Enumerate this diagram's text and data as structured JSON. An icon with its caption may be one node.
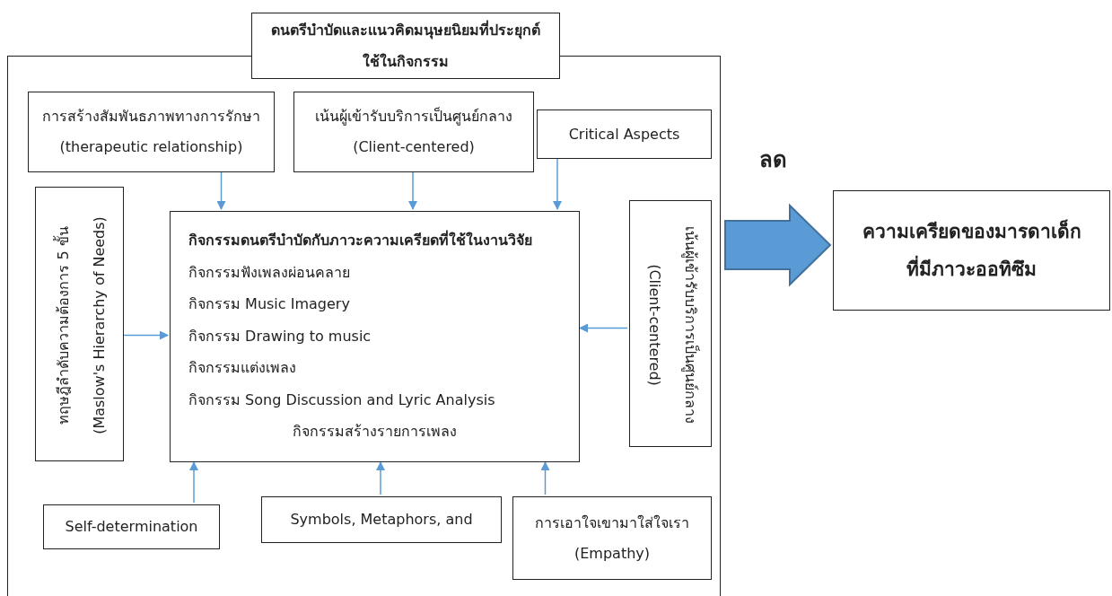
{
  "diagram": {
    "nodes": [
      {
        "text": [
          "ดนตรีบำบัดและแนวคิดมนุษยนิยมที่ประยุกต์ใช้ในกิจกรรม"
        ]
      },
      {
        "text": [
          "การสร้างสัมพันธภาพทางการรักษา (therapeutic relationship)"
        ],
        "in": 0
      },
      {
        "text": [
          "เน้นผู้เข้ารับบริการเป็นศูนย์กลาง (Client-centered)"
        ],
        "in": 0
      },
      {
        "text": [
          "Critical Aspects"
        ],
        "in": 0
      },
      {
        "text": [
          "ทฤษฎีลำดับความต้องการ 5 ขั้น (Maslow's Hierarchy of Needs)"
        ],
        "in": 0
      },
      {
        "text": [
          "กิจกรรมดนตรีบำบัดกับภาวะความเครียดที่ใช้ในงานวิจัย",
          "กิจกรรมฟังเพลงผ่อนคลาย",
          "กิจกรรม Music Imagery",
          "กิจกรรม Drawing to music",
          "กิจกรรมแต่งเพลง",
          "กิจกรรม Song Discussion and Lyric Analysis",
          "กิจกรรมสร้างรายการเพลง"
        ],
        "in": 0
      },
      {
        "text": [
          "เน้นผู้เข้ารับบริการเป็นศูนย์กลาง (Client-centered)"
        ],
        "in": 0
      },
      {
        "text": [
          "Self-determination"
        ],
        "in": 0
      },
      {
        "text": [
          "Symbols, Metaphors, and"
        ],
        "in": 0
      },
      {
        "text": [
          "การเอาใจเขามาใส่ใจเรา (Empathy)"
        ],
        "in": 0
      },
      {
        "text": [
          "ความเครียดของมารดาเด็กที่มีภาวะออทิซึม"
        ]
      }
    ],
    "edges": [
      {
        "from": 1,
        "to": 5,
        "arrow": "to"
      },
      {
        "from": 2,
        "to": 5,
        "arrow": "to"
      },
      {
        "from": 3,
        "to": 5,
        "arrow": "to"
      },
      {
        "from": 4,
        "to": 5,
        "arrow": "to"
      },
      {
        "from": 6,
        "to": 5,
        "arrow": "to"
      },
      {
        "from": 7,
        "to": 5,
        "arrow": "to"
      },
      {
        "from": 8,
        "to": 5,
        "arrow": "to"
      },
      {
        "from": 9,
        "to": 5,
        "arrow": "to"
      },
      {
        "from": 0,
        "to": 10,
        "arrow": "to",
        "label": "ลด",
        "style": "thick"
      }
    ]
  }
}
